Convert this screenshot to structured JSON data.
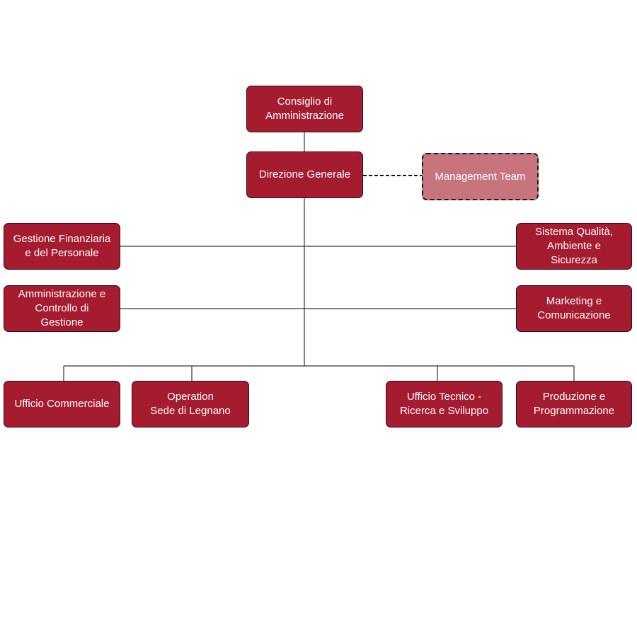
{
  "colors": {
    "box": "#a51c30",
    "box_secondary": "#c8747e",
    "border": "#3a0a12",
    "line": "#333333"
  },
  "org": {
    "board": "Consiglio di\nAmministrazione",
    "general_management": "Direzione Generale",
    "management_team": "Management Team",
    "finance_hr": "Gestione Finanziaria\ne del Personale",
    "quality_env_safety": "Sistema Qualità,\nAmbiente e\nSicurezza",
    "admin_control": "Amministrazione e\nControllo di\nGestione",
    "marketing": "Marketing e\nComunicazione",
    "sales": "Ufficio Commerciale",
    "operation": "Operation\nSede di Legnano",
    "technical_rd": "Ufficio Tecnico -\nRicerca e Sviluppo",
    "production": "Produzione e\nProgrammazione"
  }
}
